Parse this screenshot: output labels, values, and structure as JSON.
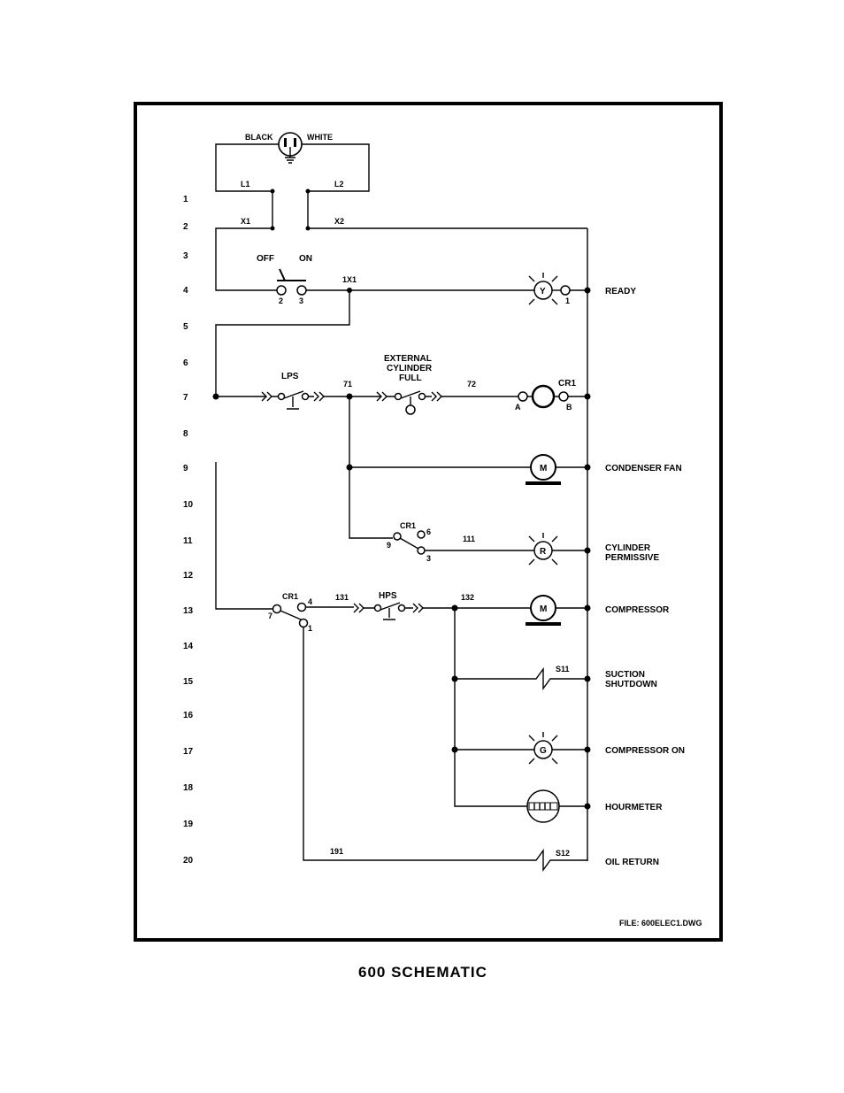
{
  "rung_numbers": [
    "1",
    "2",
    "3",
    "4",
    "5",
    "6",
    "7",
    "8",
    "9",
    "10",
    "11",
    "12",
    "13",
    "14",
    "15",
    "16",
    "17",
    "18",
    "19",
    "20"
  ],
  "plug": {
    "left": "BLACK",
    "right": "WHITE"
  },
  "wires": {
    "l1": "L1",
    "l2": "L2",
    "x1": "X1",
    "x2": "X2",
    "w1x1": "1X1",
    "w71": "71",
    "w72": "72",
    "w111": "111",
    "w131": "131",
    "w132": "132",
    "w191": "191"
  },
  "switch": {
    "off": "OFF",
    "on": "ON",
    "term2": "2",
    "term3": "3"
  },
  "devices": {
    "lps": "LPS",
    "ext_line1": "EXTERNAL",
    "ext_line2": "CYLINDER",
    "ext_line3": "FULL",
    "cr1_coil": "CR1",
    "coil_a": "A",
    "coil_b": "B",
    "cr1_contact_a": "CR1",
    "cr1_contact_b": "CR1",
    "hps": "HPS",
    "s11": "S11",
    "s12": "S12"
  },
  "terminals": {
    "t1": "1",
    "t6": "6",
    "t9": "9",
    "t3": "3",
    "t7": "7",
    "t4": "4",
    "t1b": "1"
  },
  "symbols": {
    "lamp_ready": "Y",
    "motor_fan": "M",
    "lamp_cyl": "R",
    "motor_comp": "M",
    "lamp_comp": "G"
  },
  "loads": {
    "ready": "READY",
    "condenser_fan": "CONDENSER FAN",
    "cyl_line1": "CYLINDER",
    "cyl_line2": "PERMISSIVE",
    "compressor": "COMPRESSOR",
    "suction_line1": "SUCTION",
    "suction_line2": "SHUTDOWN",
    "compressor_on": "COMPRESSOR ON",
    "hourmeter": "HOURMETER",
    "oil_return": "OIL RETURN"
  },
  "file_note": "FILE: 600ELEC1.DWG",
  "caption": "600 SCHEMATIC"
}
